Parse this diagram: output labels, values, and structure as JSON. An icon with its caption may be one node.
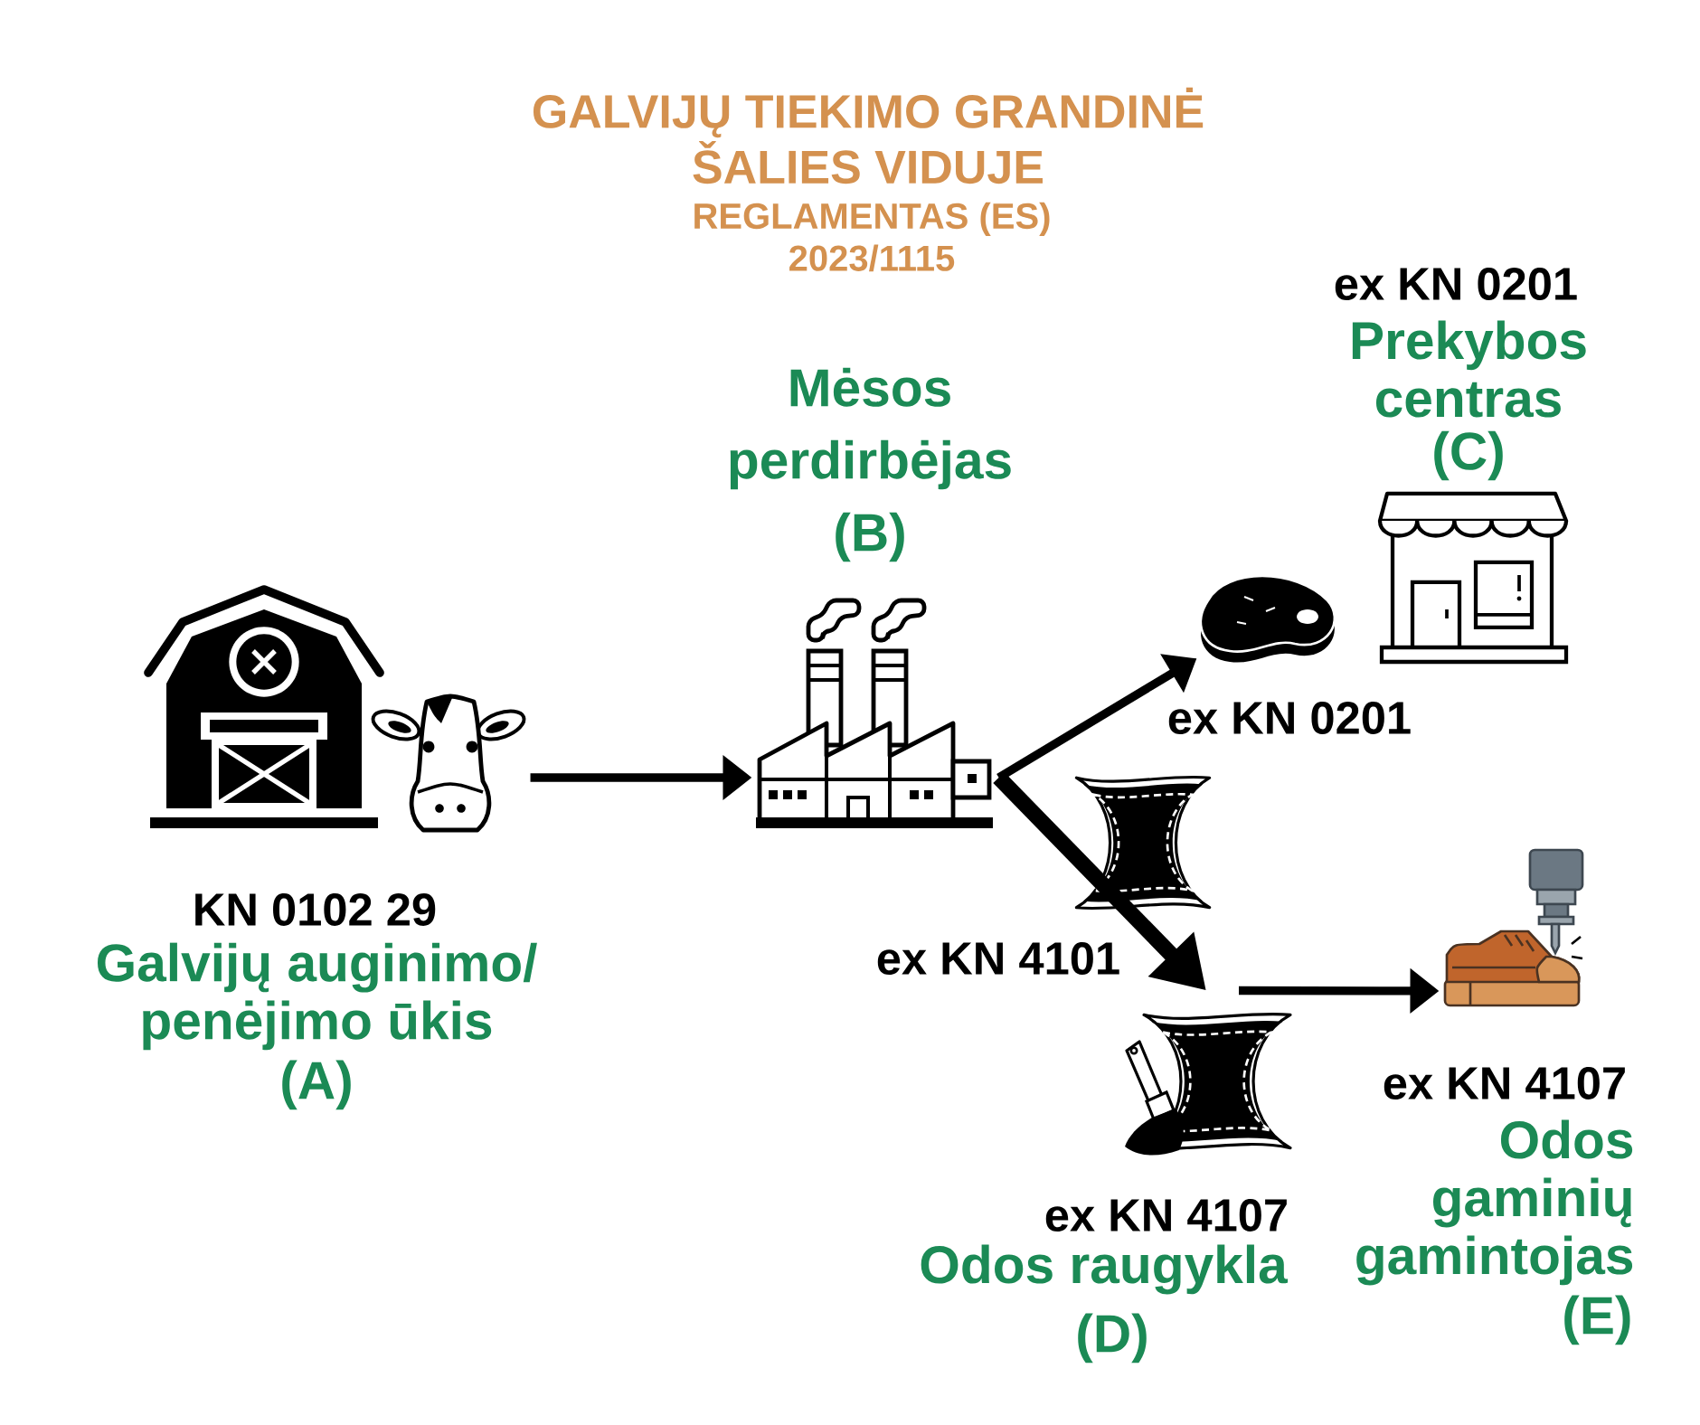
{
  "diagram": {
    "title": "GALVIJŲ TIEKIMO GRANDINĖ ŠALIES VIDUJE",
    "nodes": [
      {
        "text": [
          "KN 0102 29",
          "Galvijų auginimo/ penėjimo ūkis",
          "(A)"
        ]
      },
      {
        "text": [
          "Mėsos perdirbėjas",
          "(B)"
        ]
      },
      {
        "text": [],
        "shape": "picture"
      },
      {
        "text": [
          "ex KN 0201",
          "Prekybos centras",
          "(C)"
        ]
      },
      {
        "text": [
          "ex KN 4107",
          "Odos raugykla",
          "(D)"
        ]
      },
      {
        "text": [
          "ex KN 4107",
          "Odos gaminių gamintojas",
          "(E)"
        ]
      }
    ],
    "edges": [
      {
        "from": 0,
        "to": 1,
        "arrow": "to"
      },
      {
        "from": 1,
        "to": 2,
        "arrow": "to",
        "label": "ex KN 0201"
      },
      {
        "from": 1,
        "to": 4,
        "arrow": "to",
        "label": "ex KN 4101",
        "style": "thick"
      },
      {
        "from": 4,
        "to": 5,
        "arrow": "to"
      }
    ],
    "labels": [
      "REGLAMENTAS (ES) 2023/1115"
    ]
  }
}
